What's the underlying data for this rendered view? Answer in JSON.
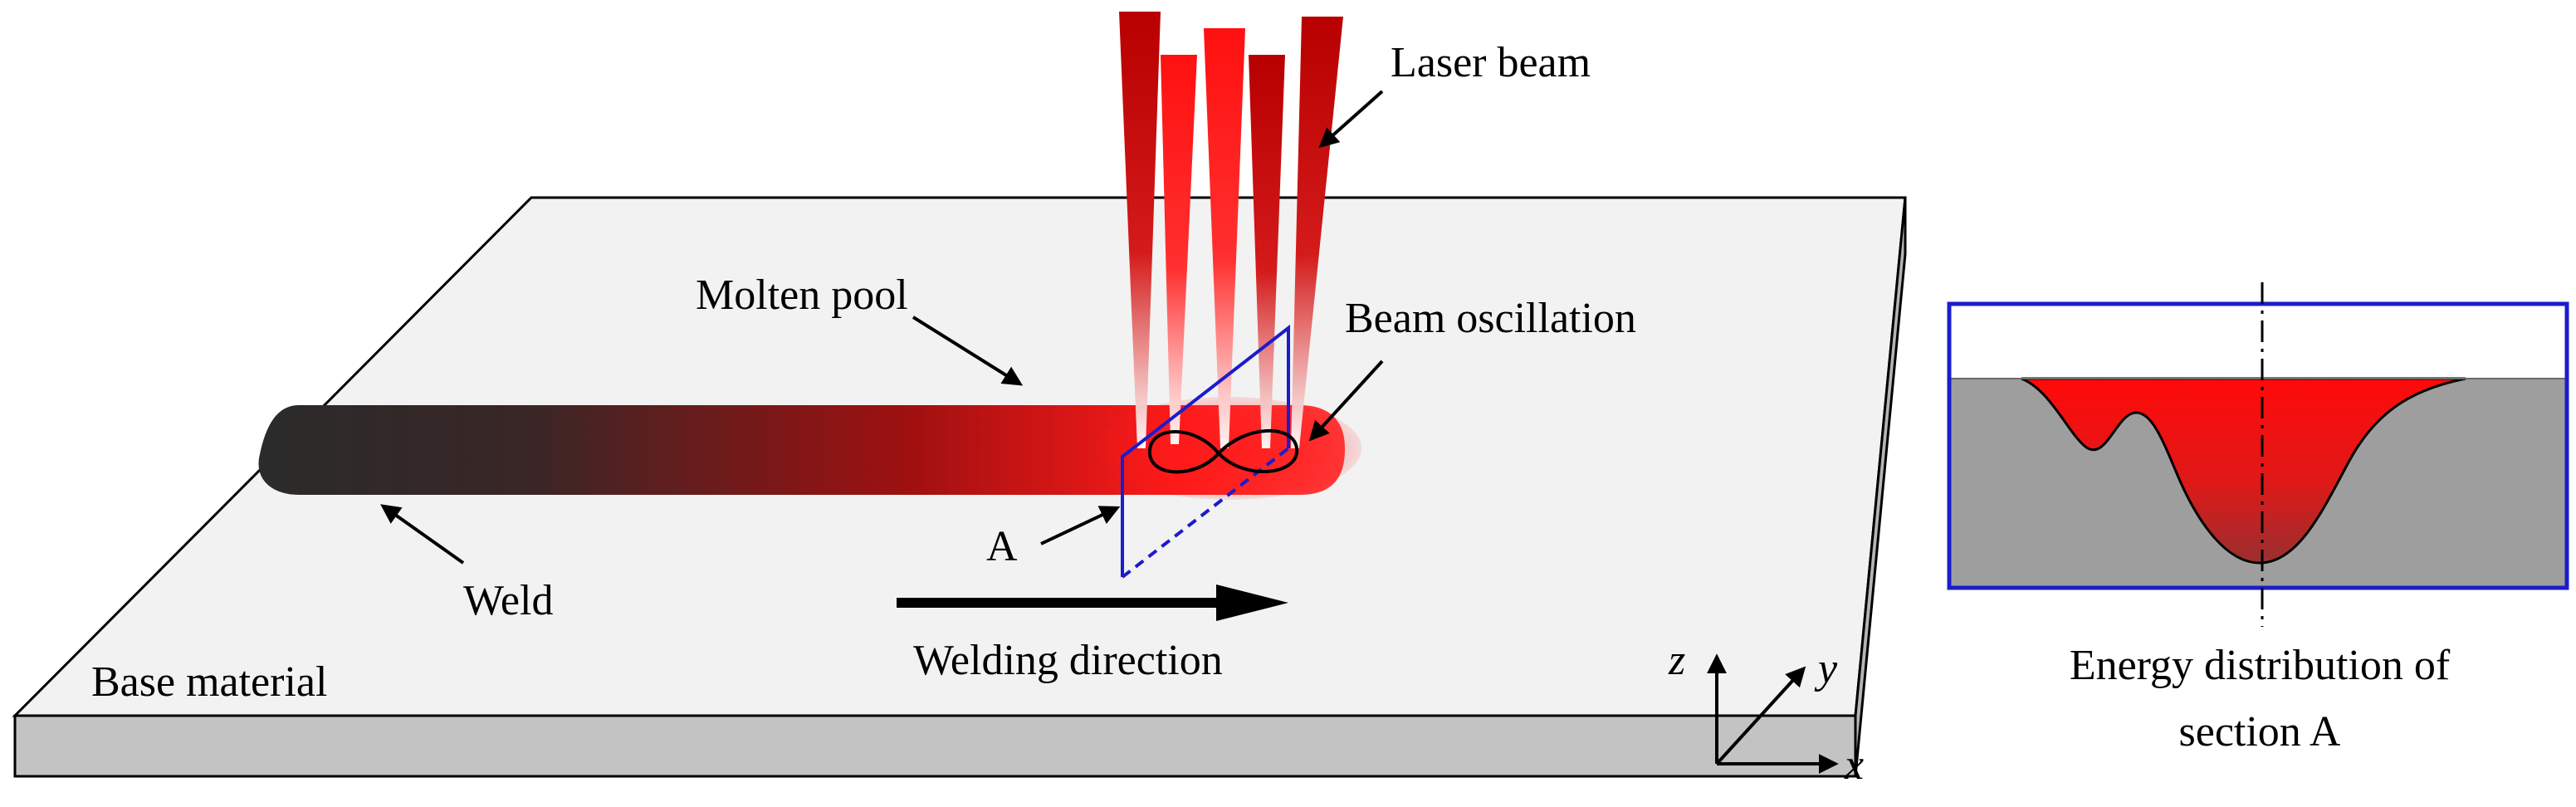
{
  "labels": {
    "laser_beam": "Laser beam",
    "molten_pool": "Molten pool",
    "beam_oscillation": "Beam oscillation",
    "weld": "Weld",
    "section_marker": "A",
    "welding_direction": "Welding direction",
    "base_material": "Base material",
    "energy_caption_line1": "Energy distribution of",
    "energy_caption_line2": "section A"
  },
  "axes": {
    "z": "z",
    "y": "y",
    "x": "x"
  },
  "colors": {
    "plate_top": "#f2f2f2",
    "plate_side": "#c3c3c3",
    "weld_dark": "#2b2b2b",
    "molten_red": "#ff1a1a",
    "beam_red": "#c00000",
    "section_outline": "#1c1ccc",
    "energy_fill_red": "#ff1010",
    "energy_base_gray": "#9e9e9e"
  }
}
